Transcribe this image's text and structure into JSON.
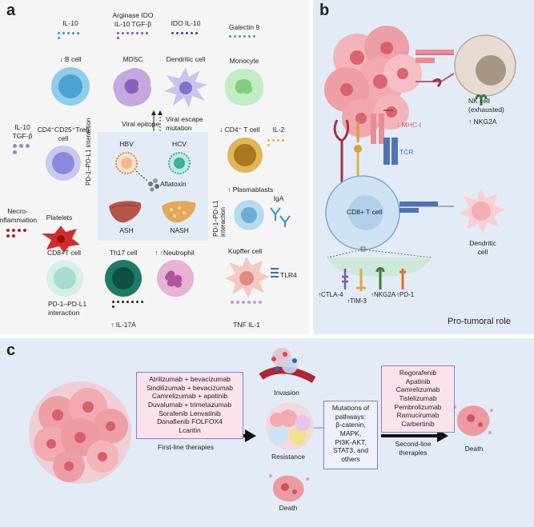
{
  "panel_a": {
    "label": "a",
    "il10": "IL-10",
    "b_cell": "↓ B cell",
    "mdsc_factors_1": "Arginase IDO",
    "mdsc_factors_2": "IL-10  TGF-β",
    "mdsc": "MDSC",
    "dc_factors": "IDO IL-10",
    "dc": "Dendritic cell",
    "galectin": "Galectin 9",
    "monocyte": "Monocyte",
    "treg_factors_1": "IL-10",
    "treg_factors_2": "TGF-β",
    "treg_1": "CD4⁺CD25⁺Treg",
    "treg_2": "cell",
    "pd1_interaction_left": "PD-1–PD-L1 interaction",
    "viral_epitope": "Viral epitope",
    "viral_escape_1": "Viral escape",
    "viral_escape_2": "mutation",
    "hbv": "HBV",
    "hcv": "HCV",
    "aflatoxin": "Aflatoxin",
    "ash": "ASH",
    "nash": "NASH",
    "cd4": "↓ CD4⁺ T cell",
    "il2": "IL-2",
    "plasmablasts": "↑ Plasmablasts",
    "iga": "IgA",
    "pd1_interaction_right": "PD-1–PD-L1 interaction",
    "necro_1": "Necro-",
    "necro_2": "inflammation",
    "platelets": "Platelets",
    "cd8": "CD8+T cell",
    "th17": "Th17 cell",
    "neutrophil": "↑ ↑Neutrophil",
    "kupffer": "Kupffer cell",
    "tlr4": "TLR4",
    "pd1_bottom_1": "PD-1–PD-L1",
    "pd1_bottom_2": "interaction",
    "il17a": "↑ IL-17A",
    "tnf_il1": "TNF  IL-1"
  },
  "panel_b": {
    "label": "b",
    "nk_1": "NK cell",
    "nk_2": "(exhausted)",
    "nkg2a_top": "↑ NKG2A",
    "mhc": "↓ MHC-I",
    "tcr": "TCR",
    "cd8": "CD8+ T cell",
    "dendritic_1": "Dendritic",
    "dendritic_2": "cell",
    "ctla4": "↑CTLA-4",
    "tim3": "↑TIM-3",
    "nkg2a_bottom": "↑NKG2A",
    "pd1": "↑PD-1",
    "role": "Pro-tumoral role"
  },
  "panel_c": {
    "label": "c",
    "first_line_items": [
      "Atrilizumab + bevacizumab",
      "Sindilizumab + bevacizumab",
      "Camrelizumab + apatinib",
      "Duvalumab + trimetazumab",
      "Sorafenib Lenvatinib",
      "Donafienib FOLFOX4",
      "Lcaritin"
    ],
    "first_line_label": "First-line therapies",
    "invasion": "Invasion",
    "resistance": "Resistance",
    "death_mid": "Death",
    "mutations_items": [
      "Mutations of",
      "pathways:",
      "β-catenin,",
      "MAPK,",
      "PI3K-AKT,",
      "STAT3, and",
      "others"
    ],
    "second_line_items": [
      "Regorafenib",
      "Apatinib",
      "Camrelizumab",
      "Tislelizumab",
      "Pembrolizumab",
      "Ramucirumab",
      "Carbertinib"
    ],
    "second_line_label_1": "Second-line",
    "second_line_label_2": "therapies",
    "death_right": "Death"
  },
  "colors": {
    "panel_a_bg": "#f5f5f5",
    "panel_bc_bg": "#e3ecf6",
    "tumor": "#f0a0a8",
    "tcell": "#bcd9ef",
    "box_border": "#8a7fc9"
  }
}
